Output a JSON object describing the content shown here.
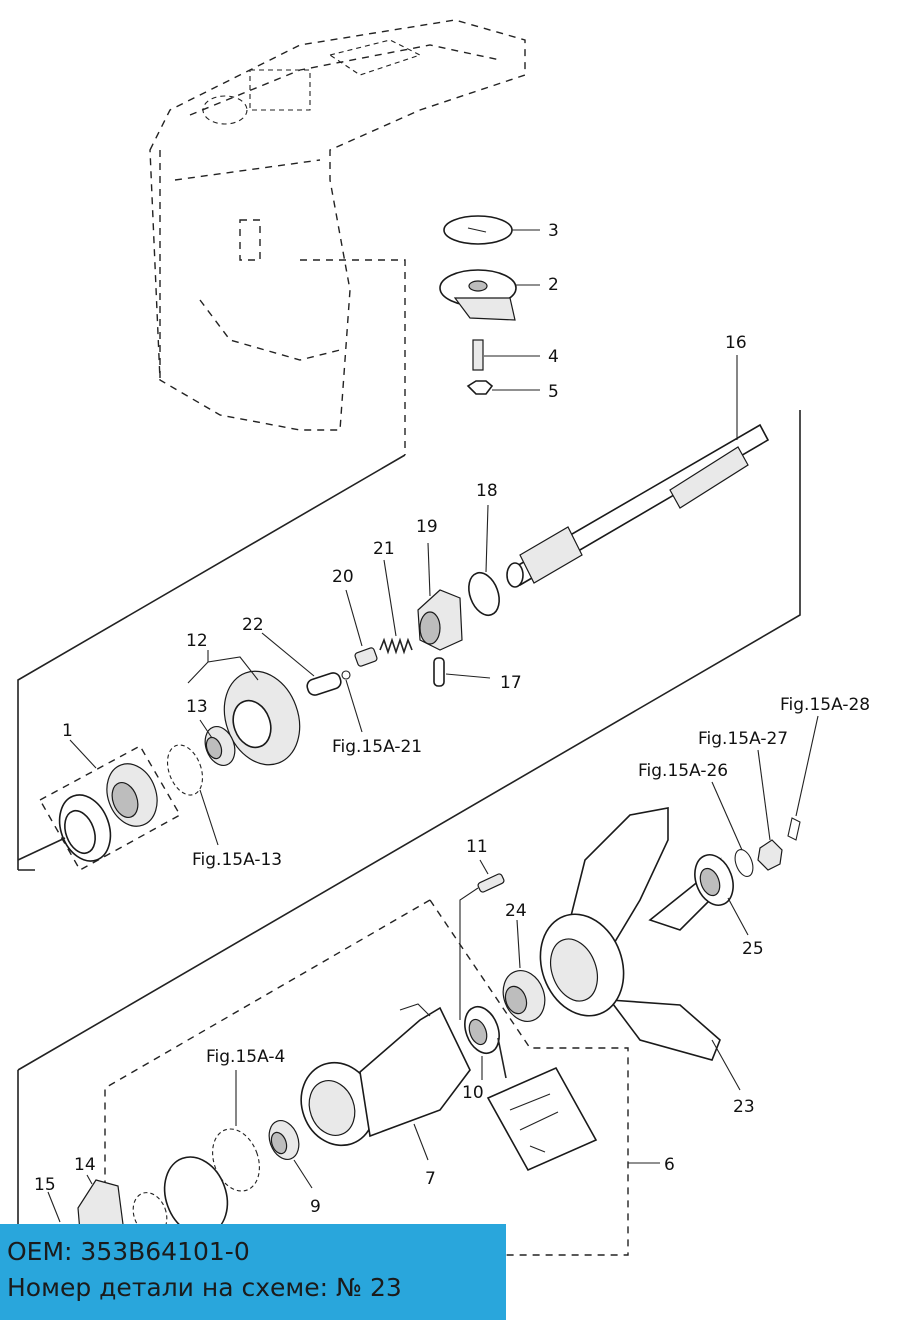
{
  "parts": {
    "p1": "1",
    "p2": "2",
    "p3": "3",
    "p4": "4",
    "p5": "5",
    "p6": "6",
    "p7": "7",
    "p9": "9",
    "p10": "10",
    "p11": "11",
    "p12": "12",
    "p13": "13",
    "p14": "14",
    "p15": "15",
    "p16": "16",
    "p17": "17",
    "p18": "18",
    "p19": "19",
    "p20": "20",
    "p21": "21",
    "p22": "22",
    "p23": "23",
    "p24": "24",
    "p25": "25"
  },
  "refs": {
    "r_15a_13": "Fig.15A-13",
    "r_15a_21": "Fig.15A-21",
    "r_15a_4": "Fig.15A-4",
    "r_15a_26": "Fig.15A-26",
    "r_15a_27": "Fig.15A-27",
    "r_15a_28": "Fig.15A-28"
  },
  "banner": {
    "oem": "OEM: 353B64101-0",
    "part_number": "Номер детали на схеме: № 23"
  },
  "colors": {
    "banner_background": "#29a6dc"
  }
}
